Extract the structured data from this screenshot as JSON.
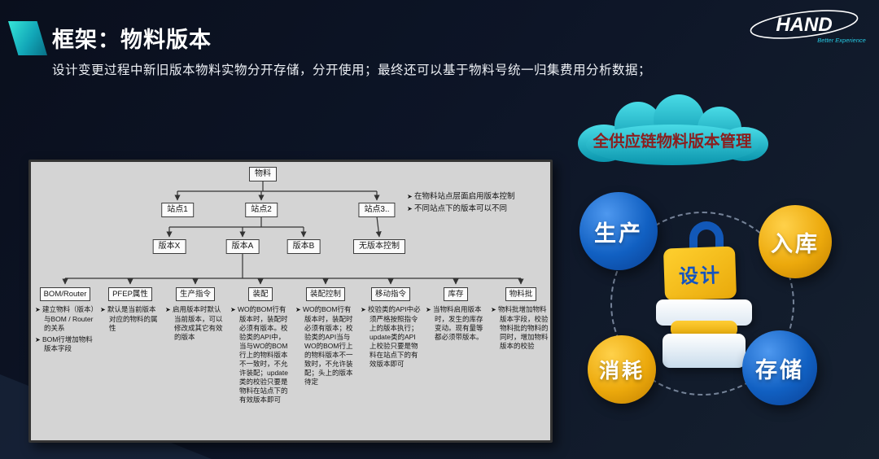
{
  "slide": {
    "title": "框架：物料版本",
    "subtitle": "设计变更过程中新旧版本物料实物分开存储，分开使用；最终还可以基于物料号统一归集费用分析数据；"
  },
  "logo": {
    "brand": "HAND",
    "tagline": "Better Experience"
  },
  "colors": {
    "accent_teal": "#17c8c4",
    "cloud_teal": "#1fb9cd",
    "cloud_text": "#8b1e1e",
    "node_blue": "#1565c8",
    "node_yellow": "#e8a714",
    "diagram_bg": "#d4d4d4"
  },
  "diagram": {
    "root": "物料",
    "sites": [
      "站点1",
      "站点2",
      "站点3.."
    ],
    "site_notes": [
      "在物料站点层面启用版本控制",
      "不同站点下的版本可以不同"
    ],
    "versions": [
      "版本X",
      "版本A",
      "版本B",
      "无版本控制"
    ],
    "modules": [
      {
        "label": "BOM/Router",
        "notes": [
          "建立物料（版本）与BOM / Router的关系",
          "BOM行增加物料版本字段"
        ]
      },
      {
        "label": "PFEP属性",
        "notes": [
          "默认是当前版本对应的物料的属性"
        ]
      },
      {
        "label": "生产指令",
        "notes": [
          "启用版本时默认当前版本，可以修改成其它有效的版本"
        ]
      },
      {
        "label": "装配",
        "notes": [
          "WO的BOM行有版本时，装配时必须有版本。校验类的API中，当与WO的BOM行上的物料版本不一致时，不允许装配；update类的校验只要是物料在站点下的有效版本即可"
        ]
      },
      {
        "label": "装配控制",
        "notes": [
          "WO的BOM行有版本时，装配时必须有版本；校验类的API当与WO的BOM行上的物料版本不一致时，不允许装配；头上的版本待定"
        ]
      },
      {
        "label": "移动指令",
        "notes": [
          "校验类的API中必须严格按照指令上的版本执行；update类的API上校验只要是物料在站点下的有效版本即可"
        ]
      },
      {
        "label": "库存",
        "notes": [
          "当物料启用版本时，发生的库存变动。现有量等都必须带版本。"
        ]
      },
      {
        "label": "物料批",
        "notes": [
          "物料批增加物料版本字段，校验物料批的物料的同时，增加物料版本的校验"
        ]
      }
    ]
  },
  "right_panel": {
    "cloud_label": "全供应链物料版本管理",
    "center_label": "设计",
    "nodes": [
      {
        "label": "生产",
        "color": "#1565c8"
      },
      {
        "label": "入库",
        "color": "#e8a714"
      },
      {
        "label": "消耗",
        "color": "#e8a714"
      },
      {
        "label": "存储",
        "color": "#1565c8"
      }
    ]
  }
}
